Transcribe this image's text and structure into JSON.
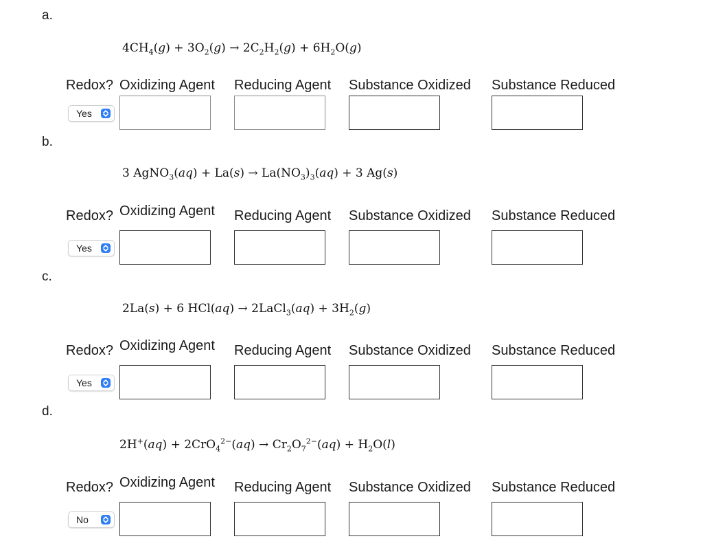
{
  "headers": {
    "redox": "Redox?",
    "oxidizing_agent": "Oxidizing Agent",
    "reducing_agent": "Reducing Agent",
    "substance_oxidized": "Substance Oxidized",
    "substance_reduced": "Substance Reduced"
  },
  "questions": [
    {
      "label": "a.",
      "equation": "4CH4(g) + 3O2(g) → 2C2H2(g) + 6H2O(g)",
      "redox_value": "Yes",
      "answers": {
        "oxidizing_agent": "",
        "reducing_agent": "",
        "substance_oxidized": "",
        "substance_reduced": ""
      }
    },
    {
      "label": "b.",
      "equation": "3 AgNO3(aq) + La(s) → La(NO3)3(aq) + 3 Ag(s)",
      "redox_value": "Yes",
      "answers": {
        "oxidizing_agent": "",
        "reducing_agent": "",
        "substance_oxidized": "",
        "substance_reduced": ""
      }
    },
    {
      "label": "c.",
      "equation": "2La(s) + 6 HCl(aq) → 2LaCl3(aq) + 3H2(g)",
      "redox_value": "Yes",
      "answers": {
        "oxidizing_agent": "",
        "reducing_agent": "",
        "substance_oxidized": "",
        "substance_reduced": ""
      }
    },
    {
      "label": "d.",
      "equation": "2H+(aq) + 2CrO4 2−(aq) → Cr2O7 2−(aq) + H2O(l)",
      "redox_value": "No",
      "answers": {
        "oxidizing_agent": "",
        "reducing_agent": "",
        "substance_oxidized": "",
        "substance_reduced": ""
      }
    }
  ],
  "colors": {
    "select_accent": "#2f7ef6",
    "box_border": "#333333"
  },
  "icons": {
    "select_chevron": "up-down-chevron-icon"
  }
}
